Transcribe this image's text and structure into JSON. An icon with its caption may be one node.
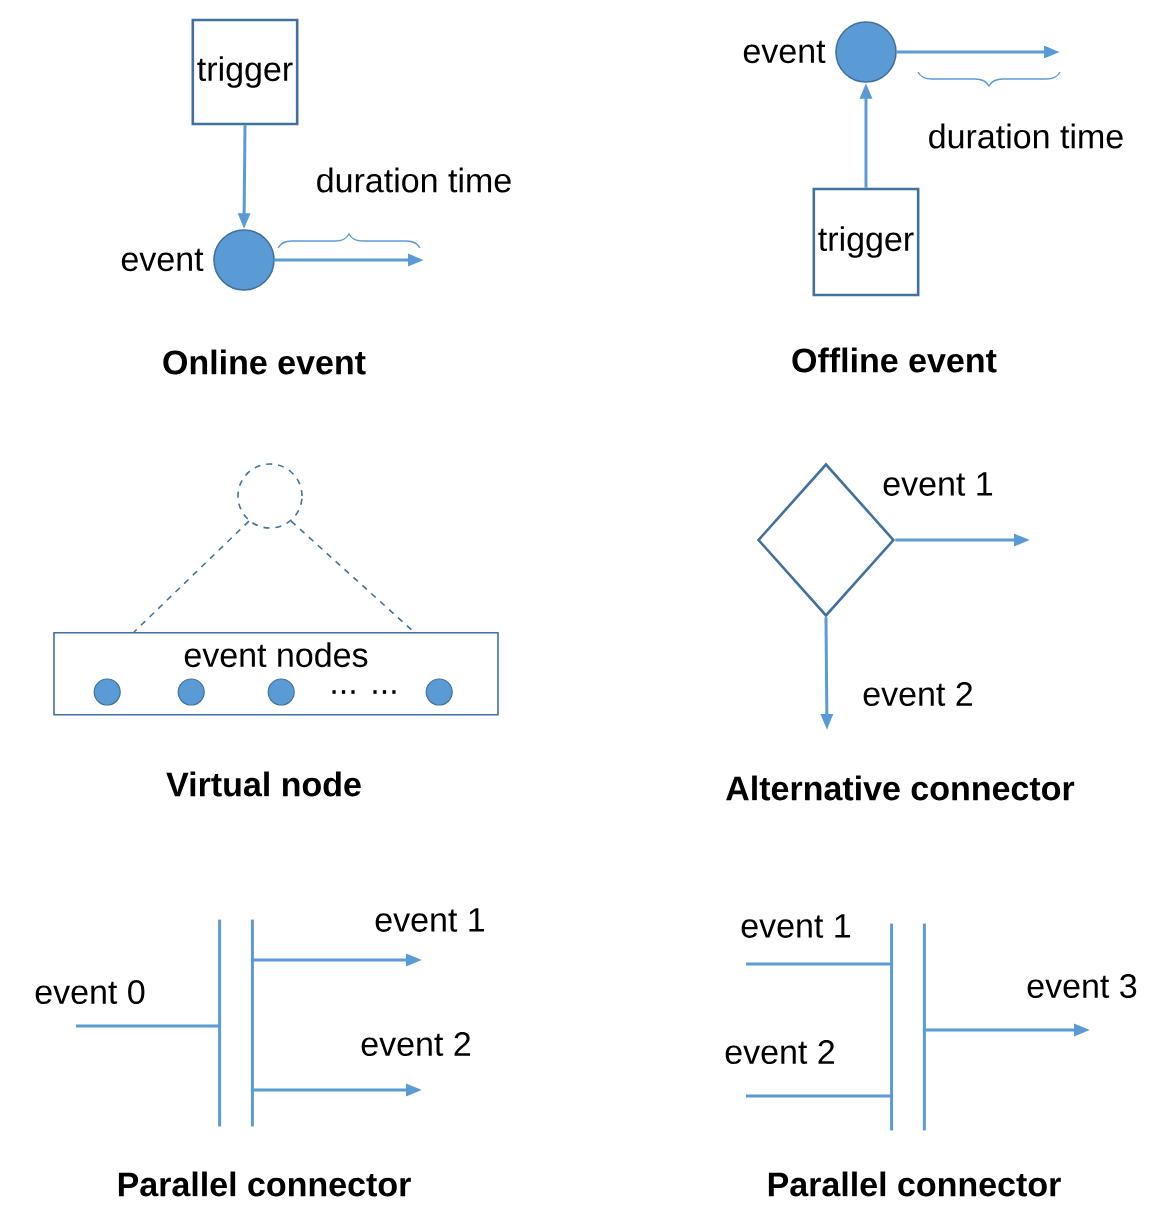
{
  "diagram": {
    "nodes": [
      {
        "text": [
          "trigger"
        ]
      },
      {
        "text": [],
        "shape": "circle",
        "beside": [
          "event"
        ]
      },
      {
        "text": [],
        "shape": "circle",
        "beside": [
          "event"
        ]
      },
      {
        "text": [
          "trigger"
        ]
      },
      {
        "text": [],
        "shape": "circle"
      },
      {
        "text": [
          "event nodes"
        ]
      },
      {
        "text": [],
        "shape": "circle",
        "in": 5
      },
      {
        "text": [],
        "shape": "circle",
        "in": 5
      },
      {
        "text": [],
        "shape": "circle",
        "in": 5
      },
      {
        "text": [],
        "shape": "circle",
        "in": 5
      },
      {
        "text": [],
        "shape": "diamond"
      },
      {
        "text": [],
        "shape": "bar"
      },
      {
        "text": [],
        "shape": "bar"
      }
    ],
    "edges": [
      {
        "from": 0,
        "to": 1,
        "arrow": "to"
      },
      {
        "from": 1,
        "to": null,
        "arrow": "to",
        "label": "duration time"
      },
      {
        "from": 3,
        "to": 2,
        "arrow": "to"
      },
      {
        "from": 2,
        "to": null,
        "arrow": "to",
        "label": "duration time"
      },
      {
        "from": 4,
        "to": 5,
        "arrow": "none",
        "style": "dashed",
        "color": "#41719c"
      },
      {
        "from": 4,
        "to": 5,
        "arrow": "none",
        "style": "dashed",
        "color": "#41719c"
      },
      {
        "from": 10,
        "to": null,
        "arrow": "to",
        "label": "event 1"
      },
      {
        "from": 10,
        "to": null,
        "arrow": "to",
        "label": "event 2"
      },
      {
        "from": null,
        "to": 11,
        "arrow": "none",
        "label": "event 0"
      },
      {
        "from": 11,
        "to": null,
        "arrow": "to",
        "label": "event 1"
      },
      {
        "from": 11,
        "to": null,
        "arrow": "to",
        "label": "event 2"
      },
      {
        "from": null,
        "to": 12,
        "arrow": "none",
        "label": "event 1"
      },
      {
        "from": null,
        "to": 12,
        "arrow": "none",
        "label": "event 2"
      },
      {
        "from": 12,
        "to": null,
        "arrow": "to",
        "label": "event 3"
      }
    ],
    "labels": [
      "Online event",
      "Offline event",
      "... ...",
      "Virtual node",
      "Alternative connector",
      "Parallel connector",
      "Parallel connector"
    ]
  }
}
